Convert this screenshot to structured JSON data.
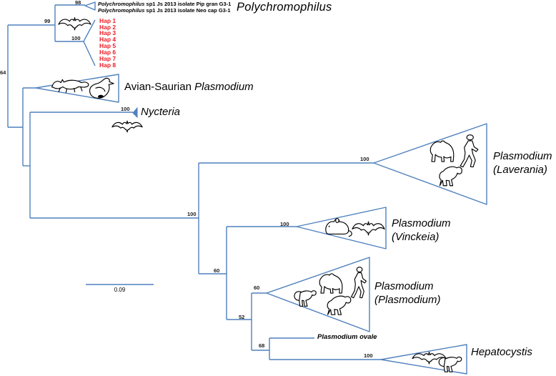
{
  "figure": {
    "kind": "phylogenetic-tree",
    "scale_bar_label": "0.09"
  },
  "colors": {
    "branch": "#4f81bd",
    "hap": "#ed1c24"
  },
  "tips": {
    "isolate1": {
      "genus": "Polychromophilus",
      "rest": " sp1 Js 2013 isolate Pip gran G3-1"
    },
    "isolate2": {
      "genus": "Polychromophilus",
      "rest": " sp1 Js 2013 isolate Neo cap G3-1"
    },
    "haps": [
      "Hap 1",
      "Hap 2",
      "Hap 3",
      "Hap 4",
      "Hap 5",
      "Hap 6",
      "Hap 7",
      "Hap 8"
    ],
    "ovale": "Plasmodium ovale"
  },
  "clade_labels": {
    "polychromophilus": "Polychromophilus",
    "avian_prefix": "Avian-Saurian ",
    "avian_genus": "Plasmodium",
    "nycteria": "Nycteria",
    "laverania_line1": "Plasmodium",
    "laverania_line2": "(Laverania)",
    "vinckeia_line1": "Plasmodium",
    "vinckeia_line2": "(Vinckeia)",
    "plasmodium_line1": "Plasmodium",
    "plasmodium_line2": "(Plasmodium)",
    "hepatocystis": "Hepatocystis"
  },
  "supports": {
    "root": "64",
    "polychromophilus": "99",
    "isolates": "98",
    "haplotypes": "100",
    "nycteria": "100",
    "core_clade": "100",
    "laverania": "100",
    "vinckeia_parent": "60",
    "vinckeia": "100",
    "plasmodium_parent": "52",
    "plasmodium": "60",
    "hepatocystis_parent": "68",
    "hepatocystis": "100"
  },
  "clade_animals": {
    "polychromophilus_haplotypes": [
      "bat"
    ],
    "avian_saurian": [
      "lizard",
      "bird"
    ],
    "nycteria": [
      "bat"
    ],
    "laverania": [
      "gorilla",
      "human",
      "chimpanzee"
    ],
    "vinckeia": [
      "mouse",
      "bat"
    ],
    "plasmodium": [
      "monkey",
      "gorilla",
      "human",
      "chimpanzee"
    ],
    "hepatocystis": [
      "bat",
      "monkey"
    ]
  }
}
